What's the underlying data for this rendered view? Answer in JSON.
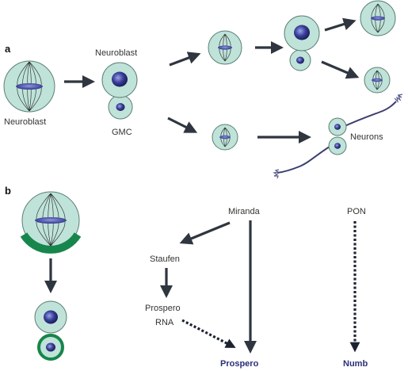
{
  "panels": {
    "a": "a",
    "b": "b"
  },
  "labels": {
    "neuroblast_left": "Neuroblast",
    "neuroblast_top": "Neuroblast",
    "gmc": "GMC",
    "neurons": "Neurons",
    "miranda": "Miranda",
    "staufen": "Staufen",
    "prospero_rna_line1": "Prospero",
    "prospero_rna_line2": "RNA",
    "pon": "PON",
    "prospero": "Prospero",
    "numb": "Numb"
  },
  "colors": {
    "cell_fill": "#bfe3d9",
    "nucleus": "#2d2f7e",
    "crescent": "#17864c",
    "arrow": "#2f3640",
    "protein_label": "#2b2f7a"
  }
}
